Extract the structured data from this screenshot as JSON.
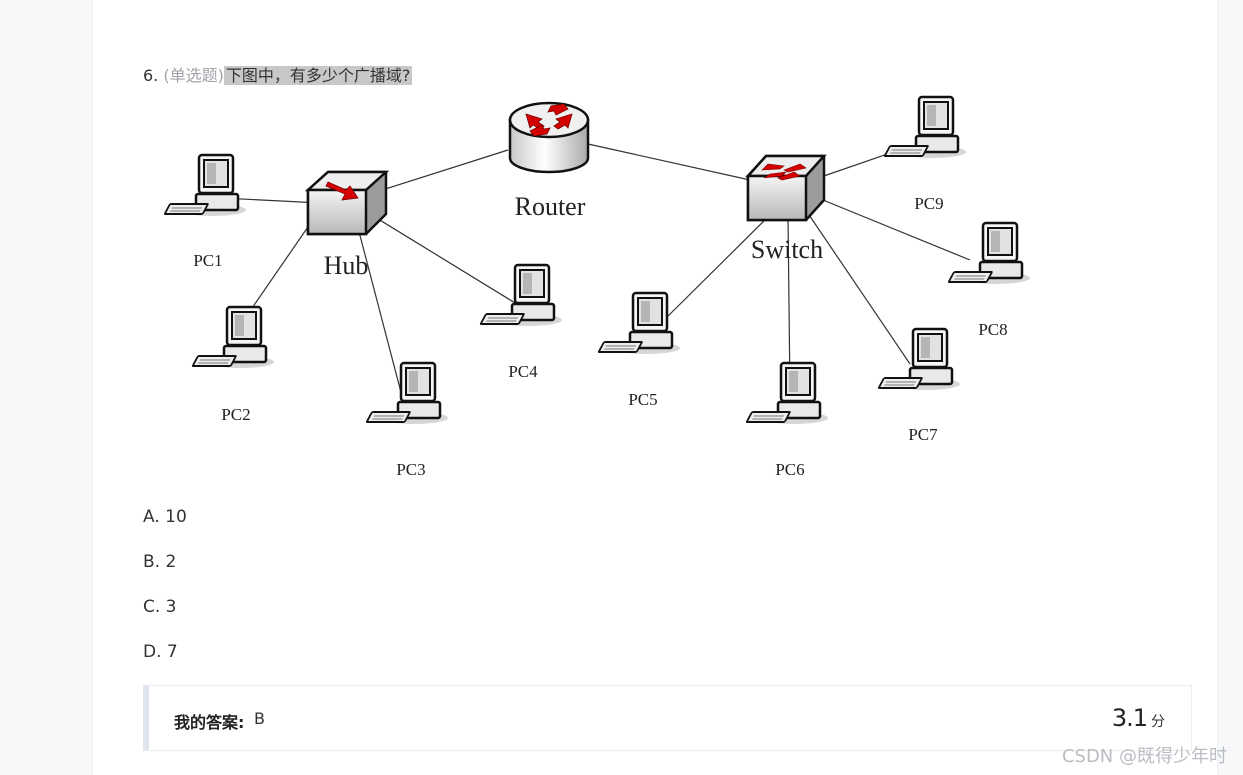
{
  "question": {
    "number": "6.",
    "type": "(单选题)",
    "text": "下图中，有多少个广播域?"
  },
  "diagram": {
    "devices": {
      "router": "Router",
      "hub": "Hub",
      "switch": "Switch"
    },
    "pcs": [
      "PC1",
      "PC2",
      "PC3",
      "PC4",
      "PC5",
      "PC6",
      "PC7",
      "PC8",
      "PC9"
    ]
  },
  "options": [
    {
      "label": "A. 10"
    },
    {
      "label": "B. 2"
    },
    {
      "label": "C. 3"
    },
    {
      "label": "D. 7"
    }
  ],
  "answer": {
    "label": "我的答案:",
    "value": "B",
    "score": "3.1",
    "score_unit": "分"
  },
  "watermark": "CSDN @既得少年时",
  "colors": {
    "arrow_red": "#d40000",
    "highlight": "#c8c8c8",
    "answer_border": "#e0e4ee"
  }
}
